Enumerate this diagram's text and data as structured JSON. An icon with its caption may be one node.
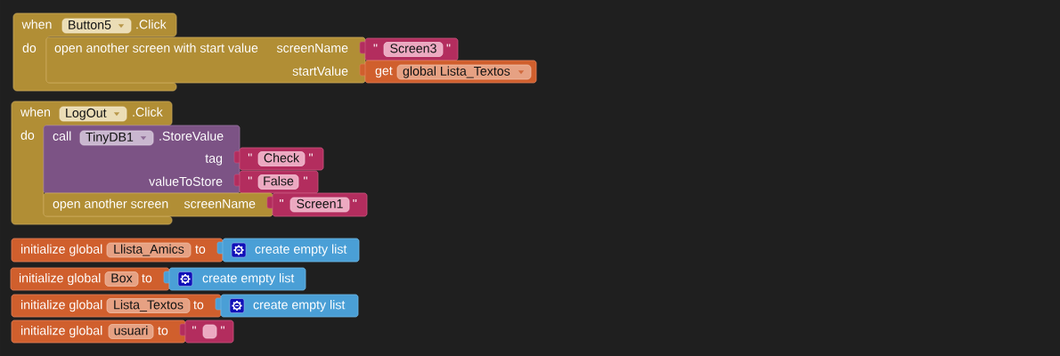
{
  "diagram": {
    "nodes": [
      {
        "text": [
          "when",
          ".Click",
          "do"
        ]
      },
      {
        "text": [
          "Button5"
        ],
        "in": 0
      },
      {
        "text": [
          "open another screen with start value",
          "screenName",
          "startValue"
        ]
      },
      {
        "text": [
          "\"",
          "\""
        ]
      },
      {
        "text": [
          "Screen3"
        ],
        "in": 3
      },
      {
        "text": [
          "get"
        ]
      },
      {
        "text": [
          "global Lista_Textos"
        ],
        "in": 5
      },
      {
        "text": [
          "when",
          ".Click",
          "do"
        ]
      },
      {
        "text": [
          "LogOut"
        ],
        "in": 7
      },
      {
        "text": [
          "call",
          ".StoreValue",
          "tag",
          "valueToStore"
        ]
      },
      {
        "text": [
          "TinyDB1"
        ],
        "in": 9
      },
      {
        "text": [
          "\"",
          "\""
        ]
      },
      {
        "text": [
          "Check"
        ],
        "in": 11
      },
      {
        "text": [
          "\"",
          "\""
        ]
      },
      {
        "text": [
          "False"
        ],
        "in": 13
      },
      {
        "text": [
          "open another screen",
          "screenName"
        ]
      },
      {
        "text": [
          "\"",
          "\""
        ]
      },
      {
        "text": [
          "Screen1"
        ],
        "in": 16
      },
      {
        "text": [
          "initialize global",
          "to"
        ]
      },
      {
        "text": [
          "Llista_Amics"
        ],
        "in": 18
      },
      {
        "text": [
          "create empty list"
        ]
      },
      {
        "text": [
          "initialize global",
          "to"
        ]
      },
      {
        "text": [
          "Box"
        ],
        "in": 21
      },
      {
        "text": [
          "create empty list"
        ]
      },
      {
        "text": [
          "initialize global",
          "to"
        ]
      },
      {
        "text": [
          "Lista_Textos"
        ],
        "in": 24
      },
      {
        "text": [
          "create empty list"
        ]
      },
      {
        "text": [
          "initialize global",
          "to"
        ]
      },
      {
        "text": [
          "usuari"
        ],
        "in": 27
      },
      {
        "text": [
          "\"",
          "\""
        ]
      },
      {
        "text": [],
        "shape": "box",
        "in": 29
      }
    ]
  }
}
